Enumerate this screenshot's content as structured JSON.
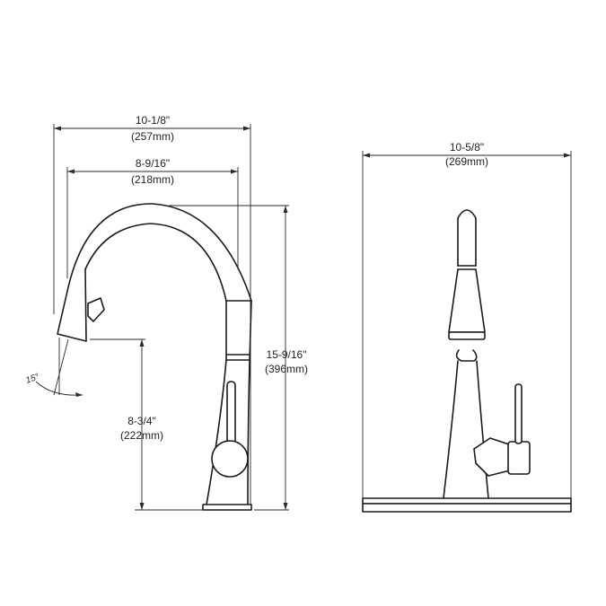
{
  "side_view": {
    "overall_width": {
      "imperial": "10-1/8\"",
      "metric": "(257mm)"
    },
    "spout_reach": {
      "imperial": "8-9/16\"",
      "metric": "(218mm)"
    },
    "overall_height": {
      "imperial": "15-9/16\"",
      "metric": "(396mm)"
    },
    "spout_height": {
      "imperial": "8-3/4\"",
      "metric": "(222mm)"
    },
    "spray_angle": "15°"
  },
  "front_view": {
    "deck_plate_width": {
      "imperial": "10-5/8\"",
      "metric": "(269mm)"
    }
  },
  "colors": {
    "line": "#1a1a1a",
    "background": "#ffffff"
  }
}
